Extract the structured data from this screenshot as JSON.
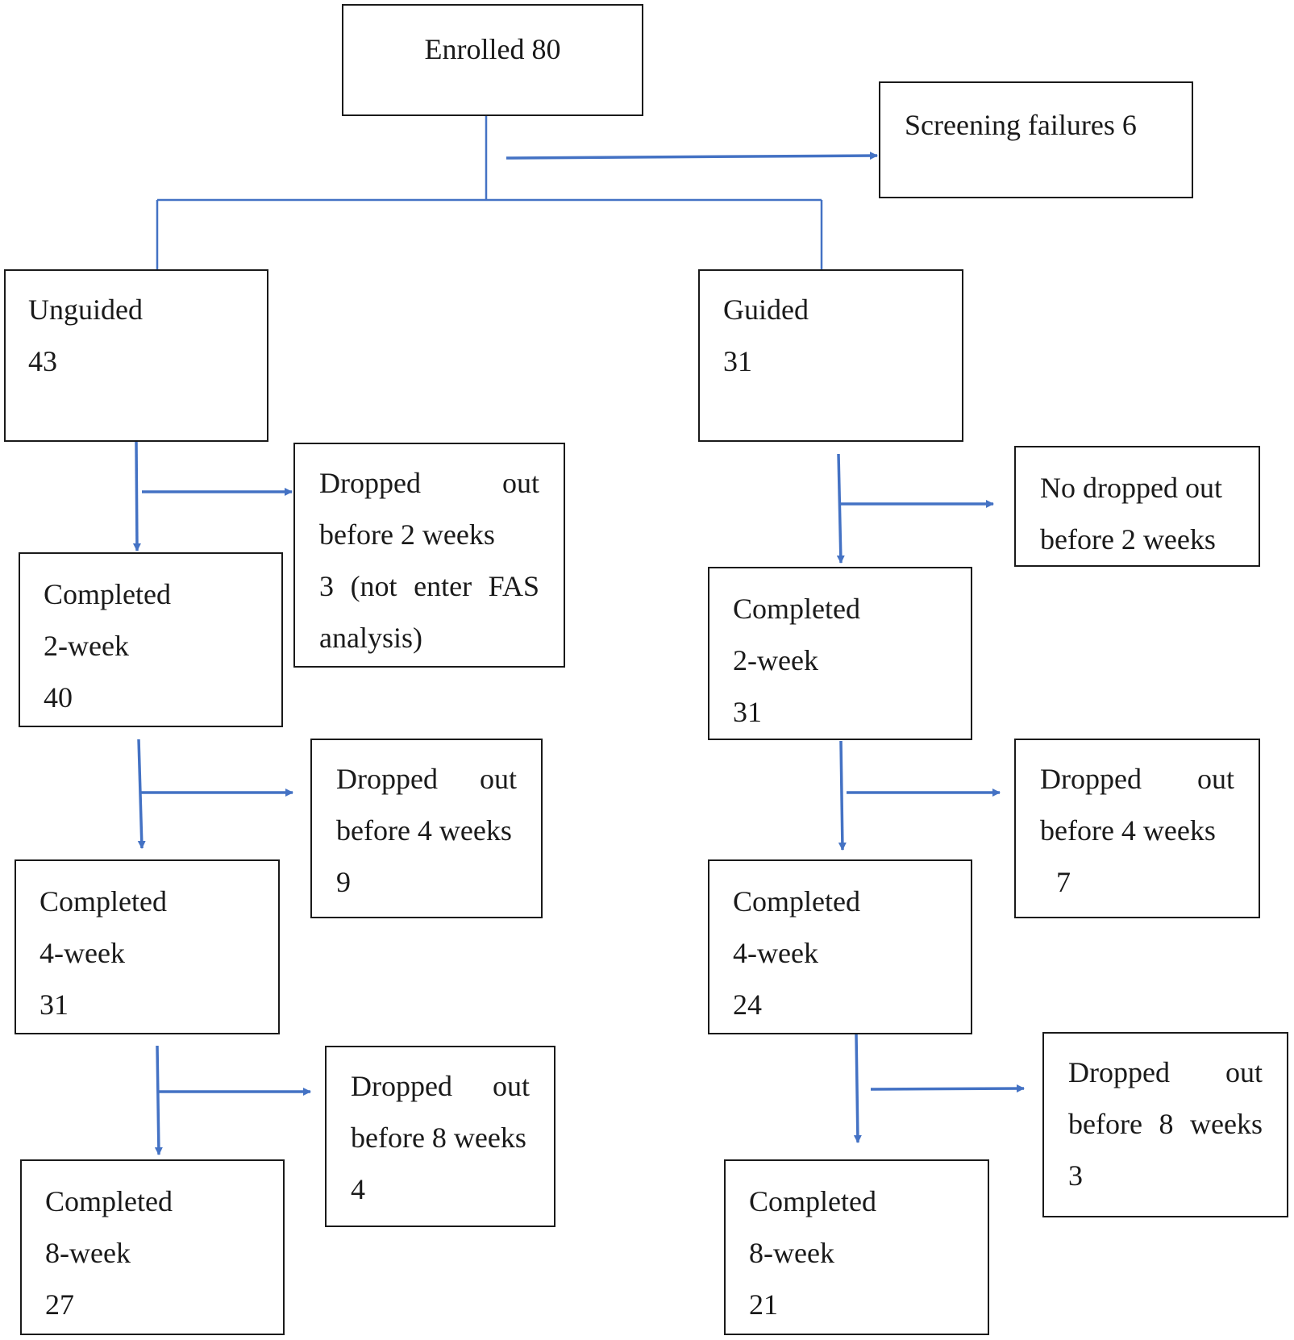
{
  "diagram": {
    "enrolled": {
      "lines": [
        "Enrolled 80"
      ]
    },
    "screening_failures": {
      "lines": [
        "Screening failures 6"
      ]
    },
    "unguided": {
      "arm": {
        "lines": [
          "Unguided",
          "43"
        ]
      },
      "completed_2wk": {
        "lines": [
          "Completed",
          "2-week",
          "40"
        ]
      },
      "dropout_2wk": {
        "lines": [
          "Dropped out",
          "before 2 weeks",
          "3 (not enter FAS",
          "analysis)"
        ]
      },
      "completed_4wk": {
        "lines": [
          "Completed",
          "4-week",
          "31"
        ]
      },
      "dropout_4wk": {
        "lines": [
          "Dropped out",
          "before 4 weeks",
          "9"
        ]
      },
      "completed_8wk": {
        "lines": [
          "Completed",
          "8-week",
          "27"
        ]
      },
      "dropout_8wk": {
        "lines": [
          "Dropped out",
          "before 8 weeks",
          "4"
        ]
      }
    },
    "guided": {
      "arm": {
        "lines": [
          "Guided",
          "31"
        ]
      },
      "completed_2wk": {
        "lines": [
          "Completed",
          "2-week",
          "31"
        ]
      },
      "dropout_2wk": {
        "lines": [
          "No dropped out",
          "before 2 weeks"
        ]
      },
      "completed_4wk": {
        "lines": [
          "Completed",
          "4-week",
          "24"
        ]
      },
      "dropout_4wk": {
        "lines": [
          "Dropped out",
          "before 4 weeks",
          "7"
        ]
      },
      "completed_8wk": {
        "lines": [
          "Completed",
          "8-week",
          "21"
        ]
      },
      "dropout_8wk": {
        "lines": [
          "Dropped out",
          "before 8 weeks",
          "3"
        ]
      }
    }
  },
  "colors": {
    "arrow": "#4472c4",
    "border": "#1a1a1a",
    "text": "#1a1a1a"
  }
}
